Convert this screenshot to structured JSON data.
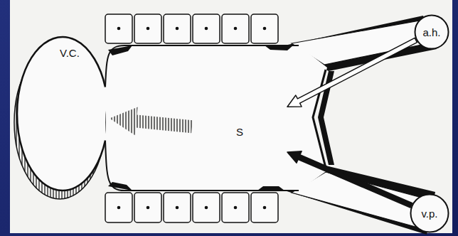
{
  "diagram": {
    "nodes": [
      {
        "text": [
          "V.C."
        ]
      },
      {
        "text": [
          "S"
        ]
      },
      {
        "text": [
          "a.h."
        ]
      },
      {
        "text": [
          "v.p."
        ]
      }
    ],
    "edges": [
      {
        "from": 2,
        "to": 1,
        "arrow": "to"
      },
      {
        "from": 3,
        "to": 1,
        "arrow": "to"
      },
      {
        "from": 1,
        "to": 0,
        "arrow": "to"
      }
    ]
  }
}
